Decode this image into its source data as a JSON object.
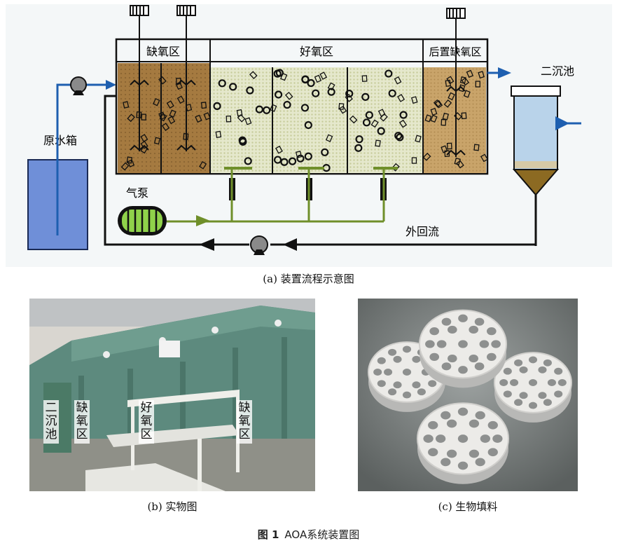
{
  "figure": {
    "number": "图 1",
    "title": "AOA系统装置图"
  },
  "panel_a": {
    "caption": "(a) 装置流程示意图",
    "zones": [
      "缺氧区",
      "好氧区",
      "后置缺氧区"
    ],
    "labels": {
      "raw_tank": "原水箱",
      "clarifier": "二沉池",
      "air_pump": "气泵",
      "return_flow": "外回流"
    }
  },
  "panel_b": {
    "caption": "(b) 实物图",
    "labels": [
      "二沉池",
      "缺氧区",
      "好氧区",
      "缺氧区"
    ]
  },
  "panel_c": {
    "caption": "(c) 生物填料"
  },
  "colors": {
    "anoxic": "#a47a3f",
    "aerobic": "#e7ebce",
    "water": "#6f8fd8",
    "pipe_blue": "#1e5fb0",
    "air_green": "#6f8f2a"
  }
}
